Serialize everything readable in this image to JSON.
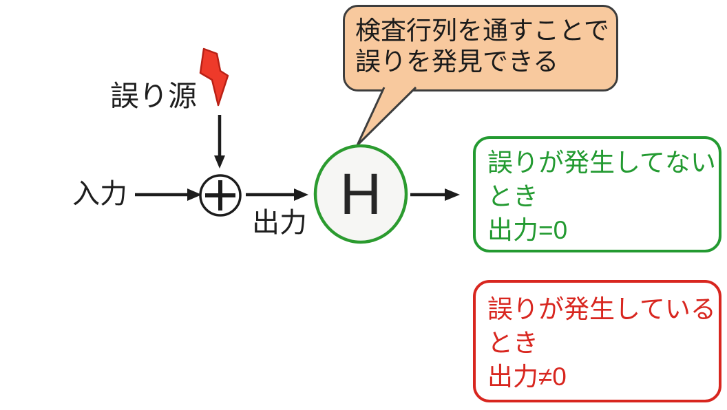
{
  "bubble": {
    "lines": [
      "検査行列を通すことで",
      "誤りを発見できる"
    ]
  },
  "labels": {
    "error_source": "誤り源",
    "input": "入力",
    "output": "出力"
  },
  "nodes": {
    "adder_symbol": "+",
    "check_matrix": "H"
  },
  "outcome_boxes": {
    "no_error": {
      "lines": [
        "誤りが発生してない",
        "とき",
        "出力=0"
      ]
    },
    "error": {
      "lines": [
        "誤りが発生している",
        "とき",
        "出力≠0"
      ]
    }
  },
  "icons": {
    "lightning": "red-lightning-bolt-icon",
    "adder": "plus-in-circle-icon"
  },
  "colors": {
    "bubble_fill": "#f8c99e",
    "bubble_border": "#3d3d3d",
    "green": "#239a31",
    "red": "#d8261f",
    "ink": "#1c1c1c",
    "h_node_fill": "#f6f6f4",
    "h_node_border": "#2b9b2f",
    "bolt_fill": "#ee3a2a",
    "bolt_stroke": "#b92015"
  }
}
